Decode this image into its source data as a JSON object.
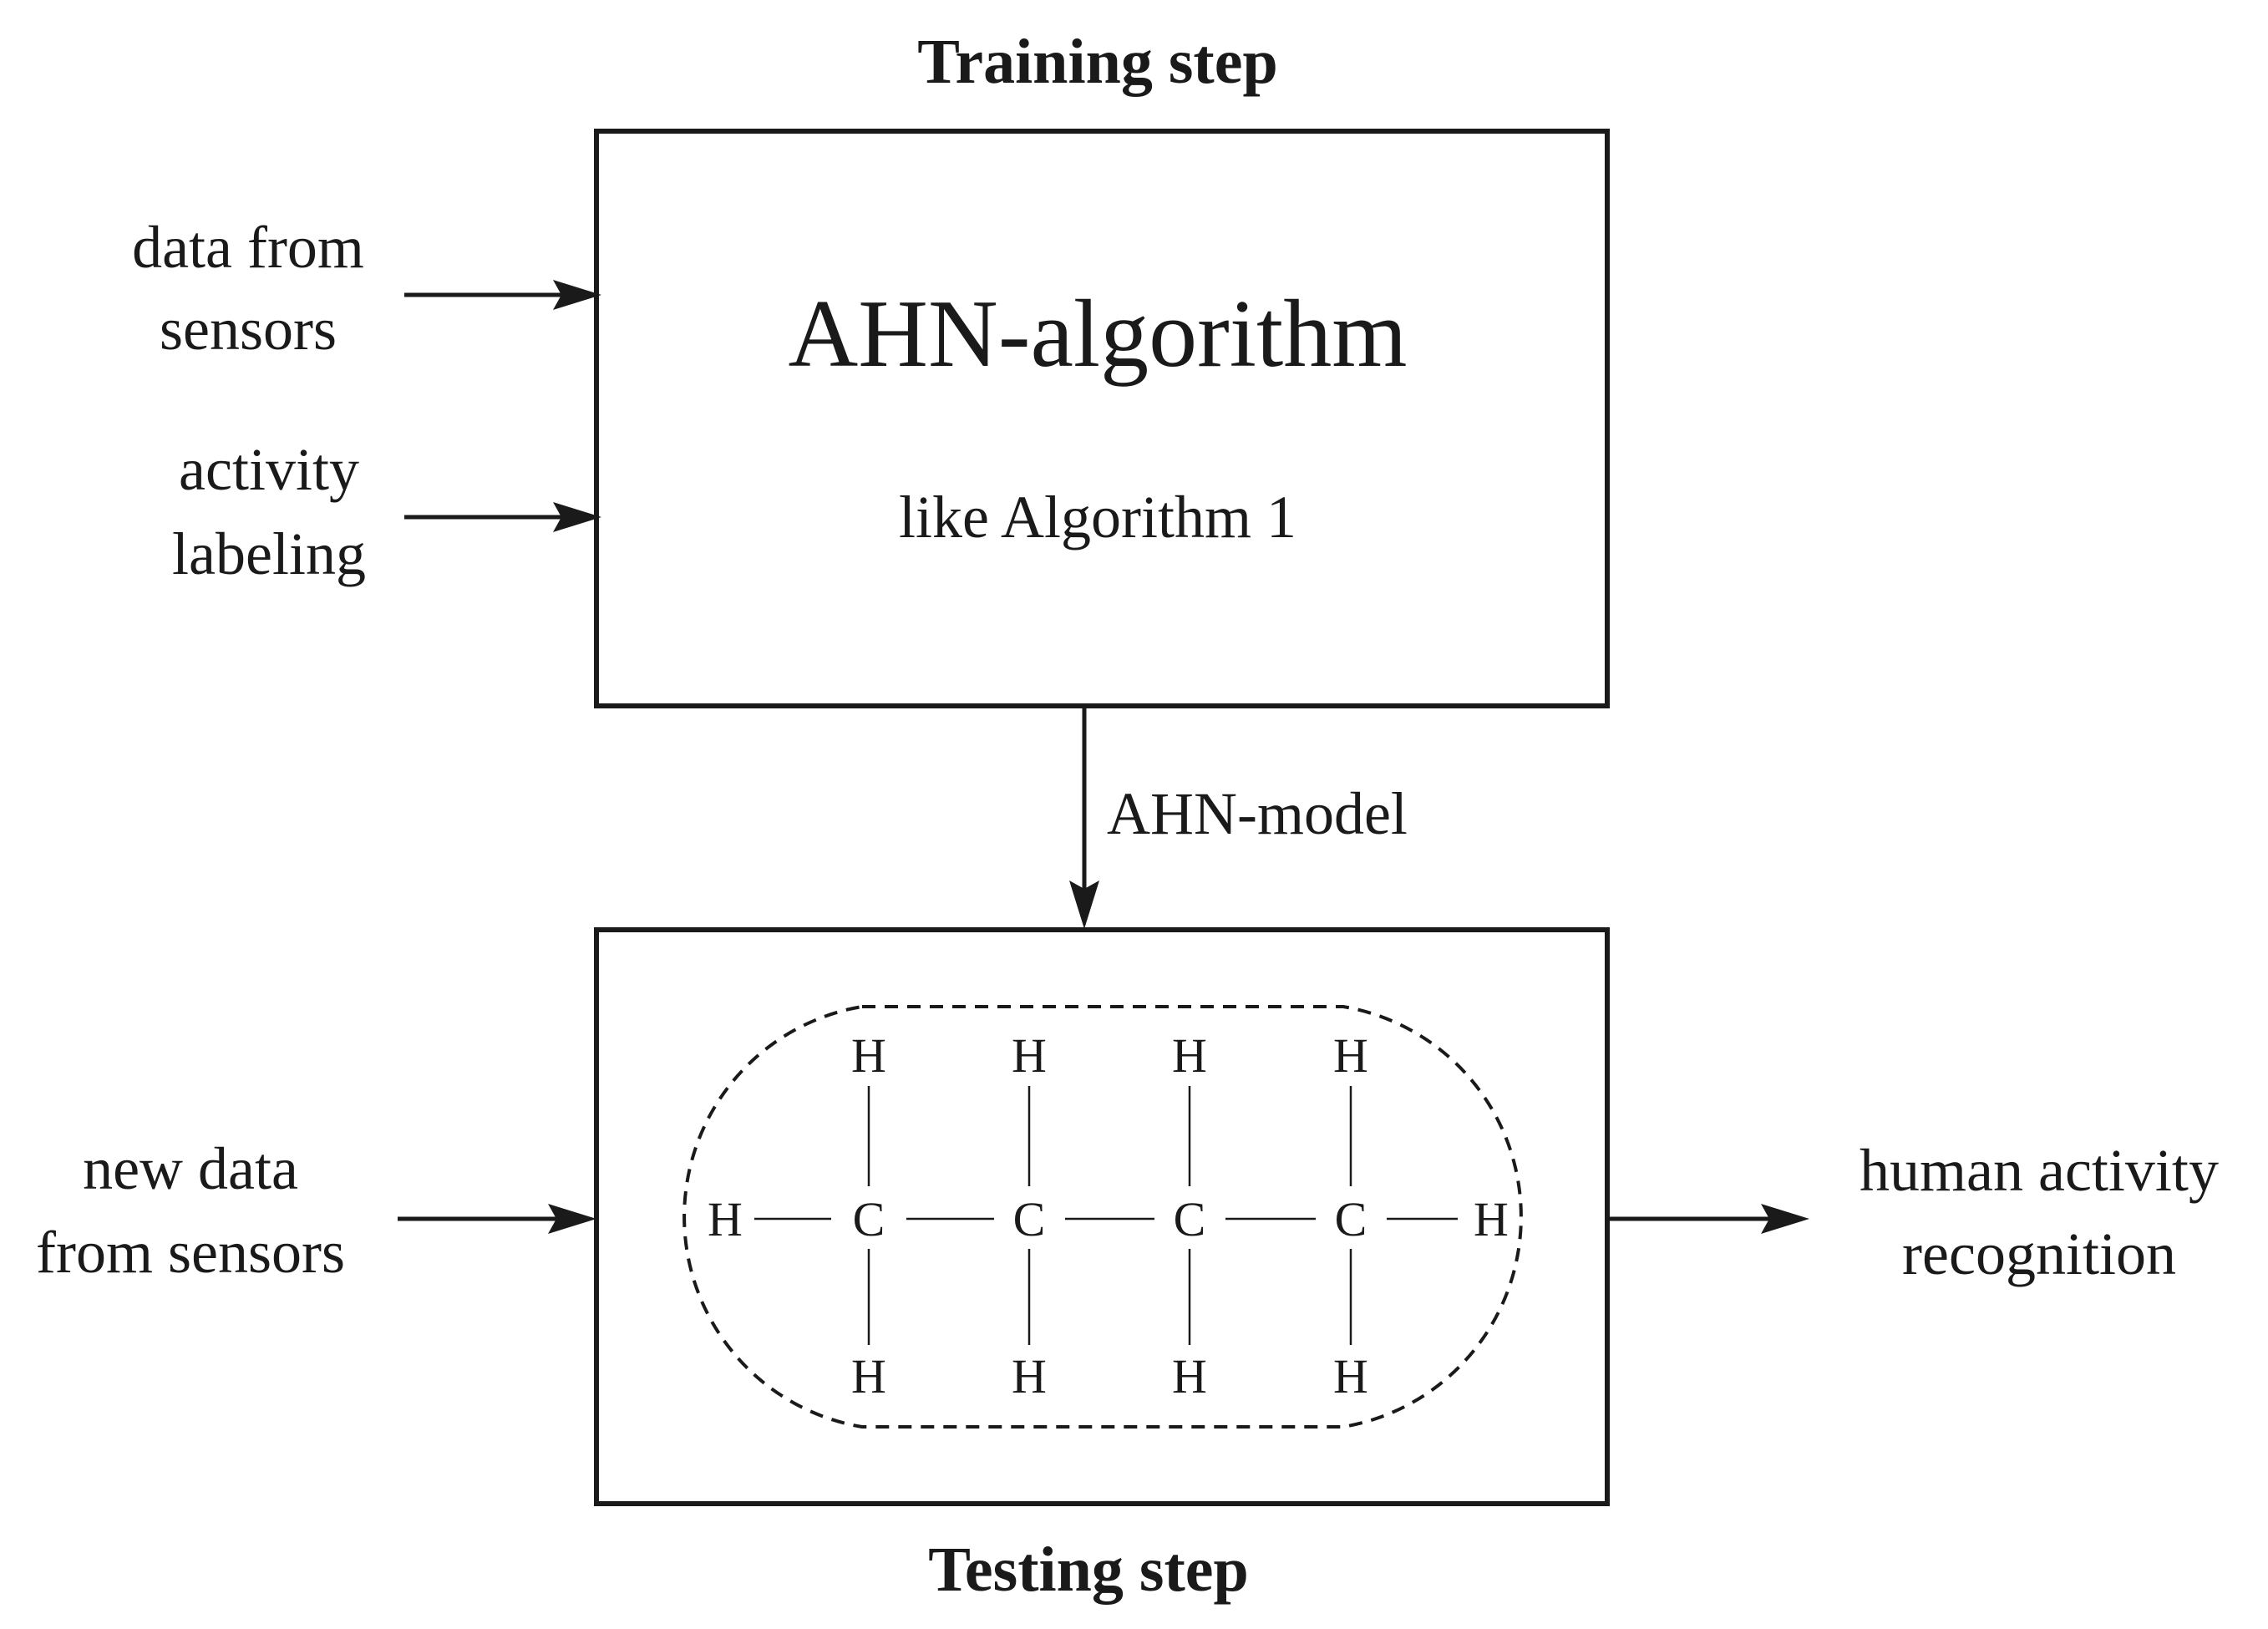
{
  "training_step": {
    "title": "Training step",
    "main_label": "AHN-algorithm",
    "sub_label": "like Algorithm 1"
  },
  "inputs": {
    "data_from_sensors": [
      "data from",
      "sensors"
    ],
    "activity_labeling": [
      "activity",
      "labeling"
    ],
    "new_data": [
      "new data",
      "from sensors"
    ]
  },
  "model_arrow": {
    "label": "AHN-model"
  },
  "testing_step": {
    "title": "Testing step",
    "molecule": {
      "top_h": [
        "H",
        "H",
        "H",
        "H"
      ],
      "carbons": [
        "C",
        "C",
        "C",
        "C"
      ],
      "bottom_h": [
        "H",
        "H",
        "H",
        "H"
      ],
      "left_h": "H",
      "right_h": "H"
    }
  },
  "output": {
    "label": [
      "human activity",
      "recognition"
    ]
  }
}
